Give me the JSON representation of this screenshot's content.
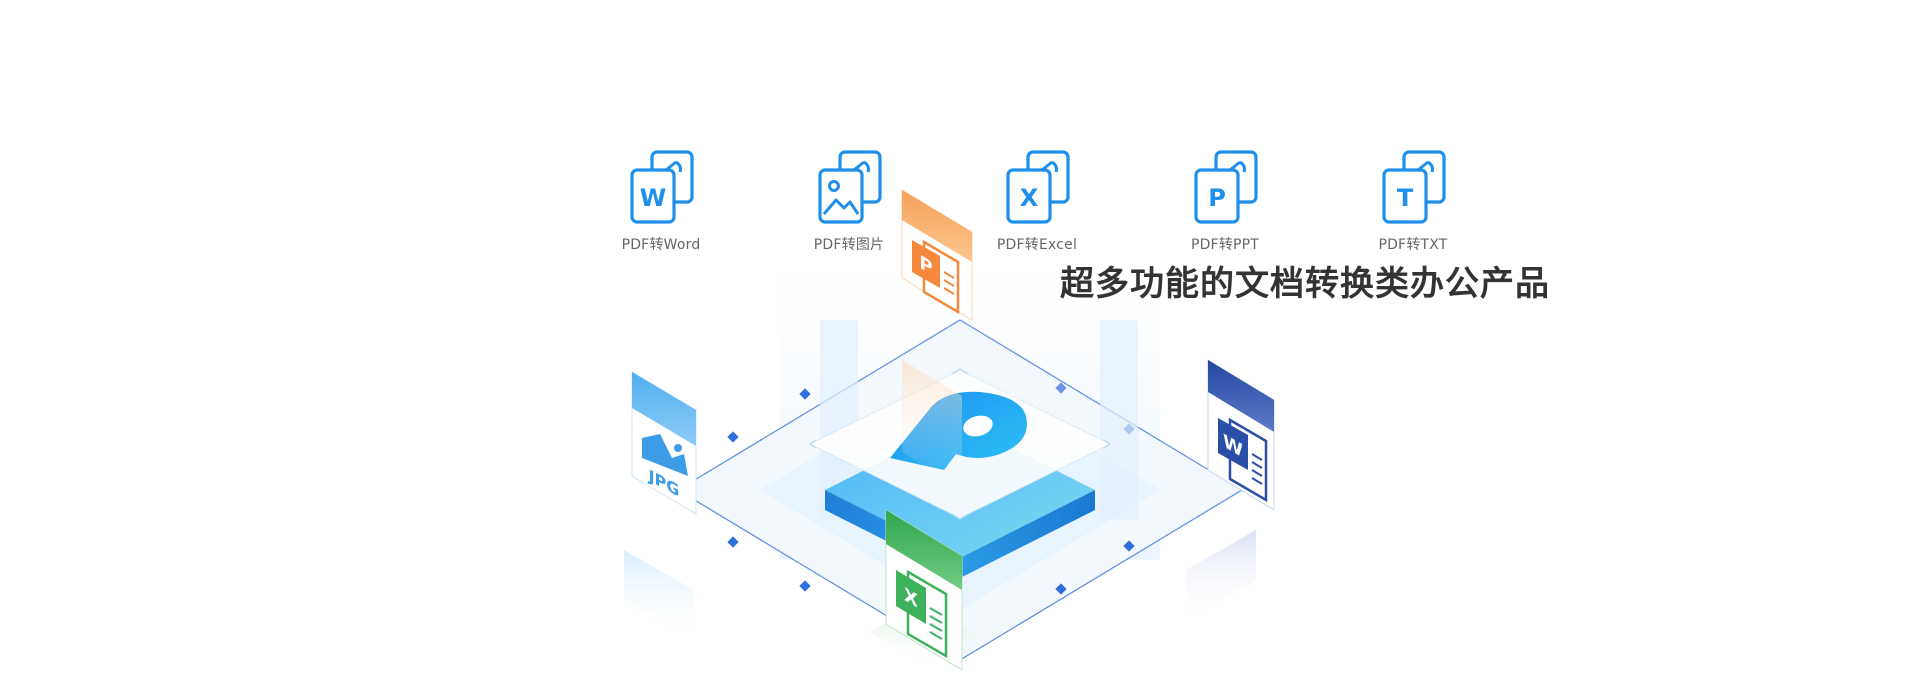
{
  "headline": "超多功能的文档转换类办公产品",
  "features": [
    {
      "label": "PDF转Word",
      "letter": "W",
      "icon": "pdf-to-word-icon"
    },
    {
      "label": "PDF转图片",
      "letter": "",
      "icon": "pdf-to-image-icon"
    },
    {
      "label": "PDF转Excel",
      "letter": "X",
      "icon": "pdf-to-excel-icon"
    },
    {
      "label": "PDF转PPT",
      "letter": "P",
      "icon": "pdf-to-ppt-icon"
    },
    {
      "label": "PDF转TXT",
      "letter": "T",
      "icon": "pdf-to-txt-icon"
    }
  ],
  "illustration": {
    "jpg_label": "JPG",
    "ppt_letter": "P",
    "word_letter": "W",
    "excel_letter": "X",
    "colors": {
      "brand_blue": "#1E88E5",
      "ppt_orange": "#F5883A",
      "excel_green": "#3DB25A",
      "word_navy": "#2A4FA8",
      "jpg_sky": "#5BB4F0"
    }
  }
}
